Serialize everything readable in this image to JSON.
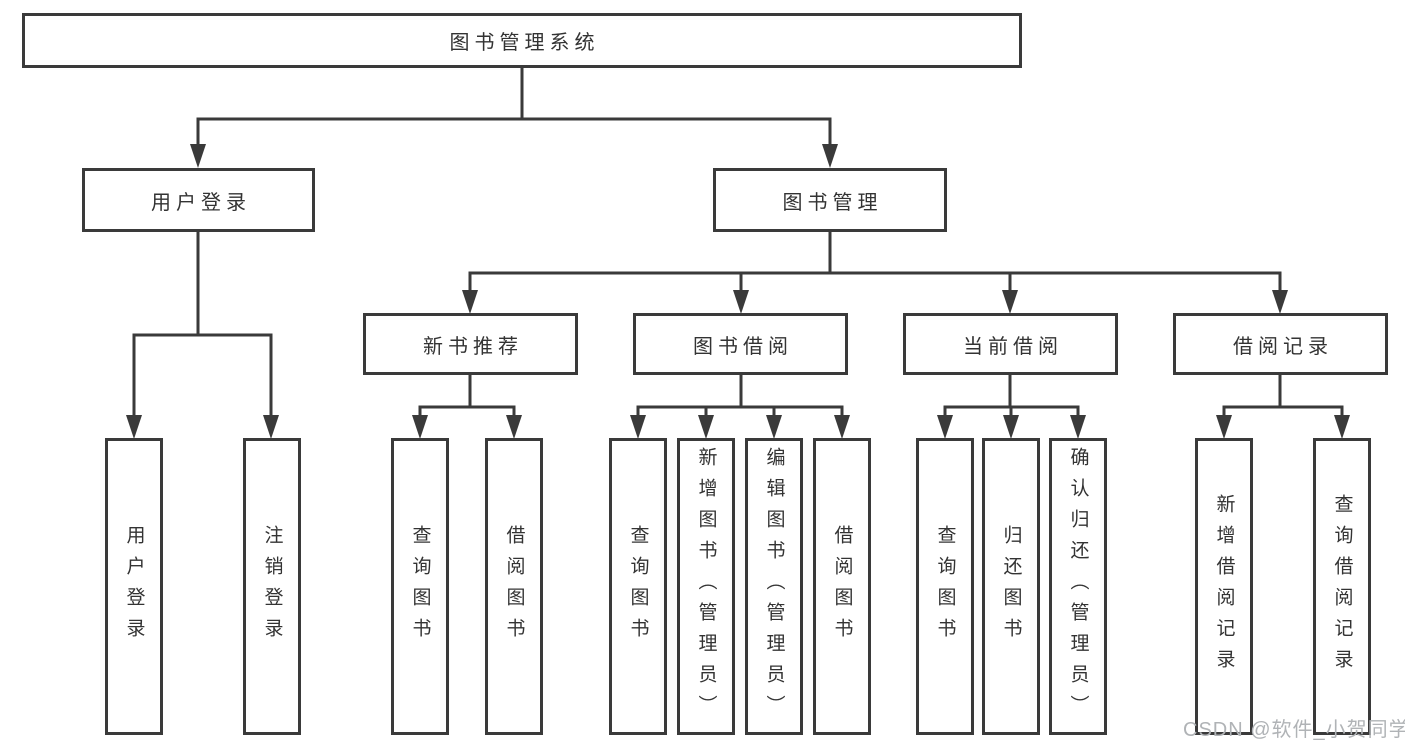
{
  "nodes": {
    "root": {
      "label": "图书管理系统"
    },
    "user_login": {
      "label": "用户登录"
    },
    "book_management": {
      "label": "图书管理"
    },
    "new_book_recommend": {
      "label": "新书推荐"
    },
    "book_borrowing": {
      "label": "图书借阅"
    },
    "current_borrowing": {
      "label": "当前借阅"
    },
    "borrowing_records": {
      "label": "借阅记录"
    },
    "leaves": {
      "user_login": {
        "label": "用户登录"
      },
      "logout": {
        "label": "注销登录"
      },
      "query_books_recommend": {
        "label": "查询图书"
      },
      "borrow_books_recommend": {
        "label": "借阅图书"
      },
      "query_books_borrowing": {
        "label": "查询图书"
      },
      "add_books_admin": {
        "label": "新增图书（管理员）"
      },
      "edit_books_admin": {
        "label": "编辑图书（管理员）"
      },
      "borrow_books_borrowing": {
        "label": "借阅图书"
      },
      "query_books_current": {
        "label": "查询图书"
      },
      "return_books": {
        "label": "归还图书"
      },
      "confirm_return_admin": {
        "label": "确认归还（管理员）"
      },
      "add_borrow_record": {
        "label": "新增借阅记录"
      },
      "query_borrow_record": {
        "label": "查询借阅记录"
      }
    }
  },
  "watermark": {
    "text": "CSDN @软件_小贺同学"
  },
  "colors": {
    "line": "#3a3a3a",
    "text": "#333333",
    "watermark": "#b0b3b6",
    "background": "#ffffff"
  }
}
